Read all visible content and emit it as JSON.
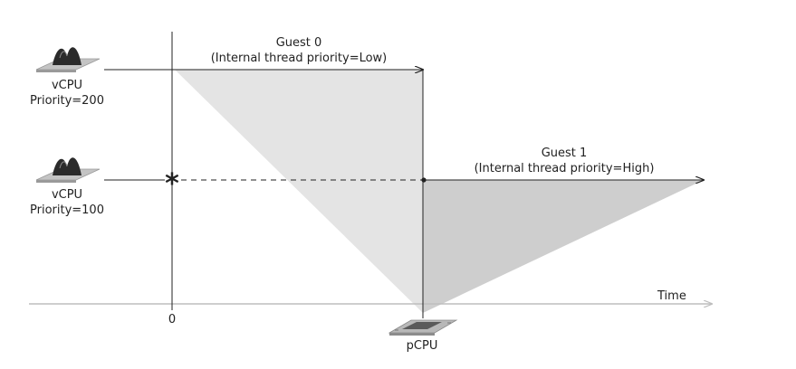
{
  "guest0": {
    "title": "Guest 0",
    "subtitle": "(Internal thread priority=Low)"
  },
  "guest1": {
    "title": "Guest 1",
    "subtitle": "(Internal thread priority=High)"
  },
  "vcpu_top": {
    "label": "vCPU",
    "priority": "Priority=200"
  },
  "vcpu_bottom": {
    "label": "vCPU",
    "priority": "Priority=100"
  },
  "axis": {
    "time_label": "Time",
    "origin_label": "0"
  },
  "pcpu": {
    "label": "pCPU"
  },
  "event_marker": "*",
  "colors": {
    "guest0_fill": "#e4e4e4",
    "guest1_fill": "#cecece",
    "axis": "#bdbdbd",
    "line": "#222222",
    "chip_dark": "#5a5a5a",
    "chip_light": "#b8b8b8"
  }
}
